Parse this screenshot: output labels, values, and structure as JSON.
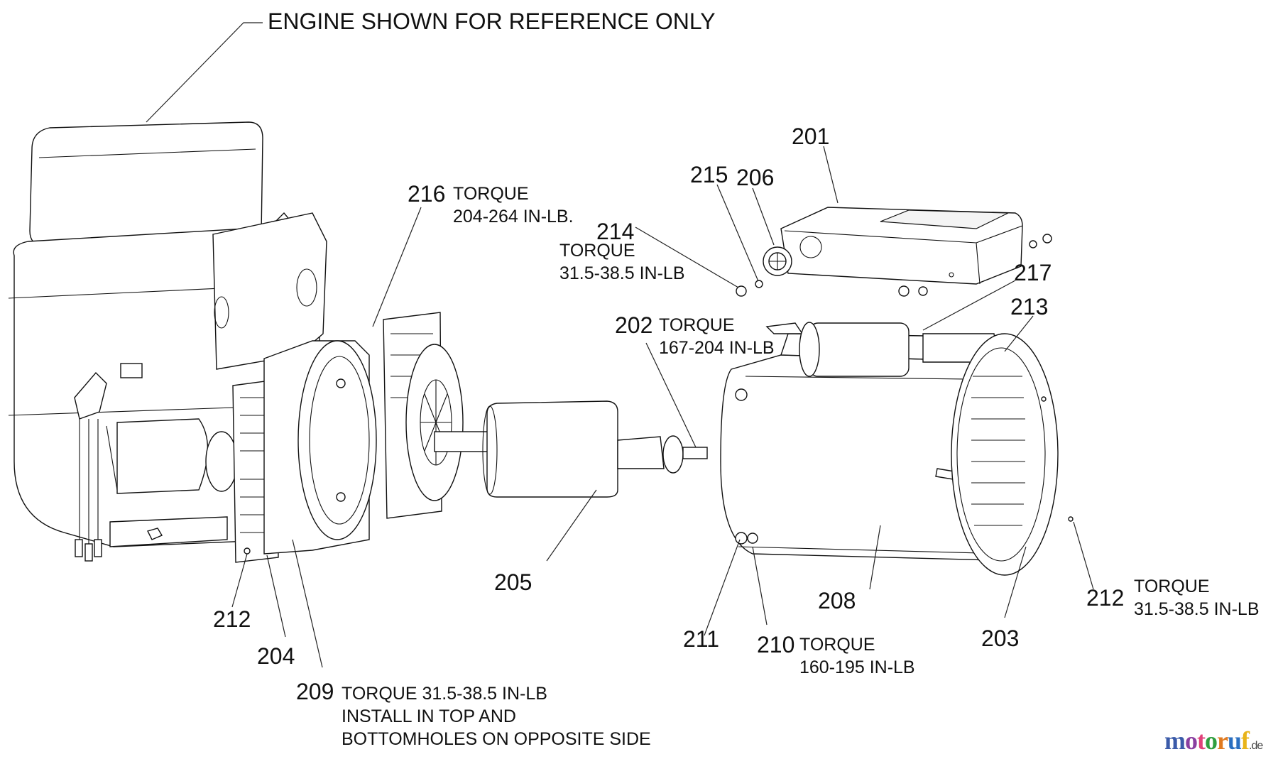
{
  "title": "ENGINE SHOWN FOR REFERENCE ONLY",
  "callouts": {
    "p201": {
      "number": "201"
    },
    "p202": {
      "number": "202",
      "note": [
        "TORQUE",
        "167-204 IN-LB"
      ]
    },
    "p203": {
      "number": "203"
    },
    "p204": {
      "number": "204"
    },
    "p205": {
      "number": "205"
    },
    "p206": {
      "number": "206"
    },
    "p208": {
      "number": "208"
    },
    "p209": {
      "number": "209",
      "note": [
        "TORQUE 31.5-38.5 IN-LB",
        "INSTALL IN TOP AND",
        "BOTTOMHOLES ON OPPOSITE SIDE"
      ]
    },
    "p210": {
      "number": "210",
      "note": [
        "TORQUE",
        "160-195 IN-LB"
      ]
    },
    "p211": {
      "number": "211"
    },
    "p212a": {
      "number": "212"
    },
    "p212b": {
      "number": "212",
      "note": [
        "TORQUE",
        "31.5-38.5 IN-LB"
      ]
    },
    "p213": {
      "number": "213"
    },
    "p214": {
      "number": "214",
      "note": [
        "TORQUE",
        "31.5-38.5 IN-LB"
      ]
    },
    "p215": {
      "number": "215"
    },
    "p216": {
      "number": "216",
      "note": [
        "TORQUE",
        "204-264 IN-LB."
      ]
    },
    "p217": {
      "number": "217"
    }
  },
  "watermark": {
    "main": "motoruf",
    "suffix": ".de",
    "colors": [
      "#3b5ba9",
      "#8a3fa0",
      "#e0407a",
      "#2f9e3f",
      "#e07a20",
      "#2a6fc0",
      "#e8b41a"
    ]
  }
}
